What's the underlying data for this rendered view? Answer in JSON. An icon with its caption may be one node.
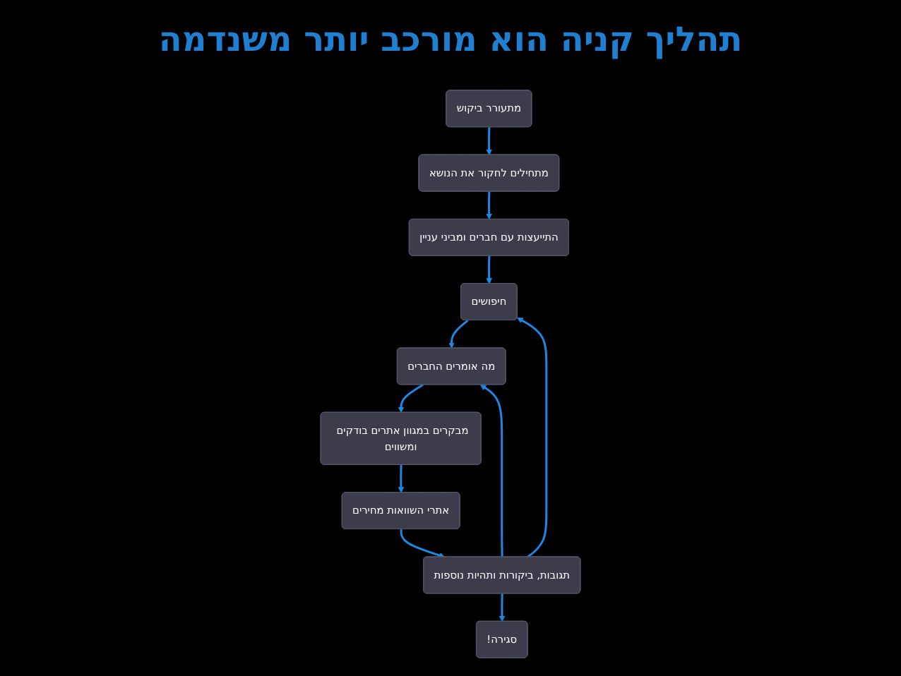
{
  "diagram": {
    "title": "תהליך קניה הוא מורכב יותר משנדמה",
    "nodes": [
      {
        "text": [
          "התייעצות עם חברים ומביני עניין"
        ]
      },
      {
        "text": [
          "מתחילים לחקור את הנושא"
        ]
      },
      {
        "text": [
          "מתעורר ביקוש"
        ]
      },
      {
        "text": [
          "חיפושים"
        ]
      },
      {
        "text": [
          "מה אומרים החברים"
        ]
      },
      {
        "text": [
          "מבקרים במגוון אתרים בודקים ומשווים"
        ]
      },
      {
        "text": [
          "סגירה!"
        ]
      },
      {
        "text": [
          "תגובות, ביקורות ותהיות נוספות"
        ]
      },
      {
        "text": [
          "אתרי השוואות מחירים"
        ]
      }
    ],
    "edges": [
      {
        "from": 2,
        "to": 1,
        "arrow": "to"
      },
      {
        "from": 1,
        "to": 0,
        "arrow": "to"
      },
      {
        "from": 0,
        "to": 3,
        "arrow": "to"
      },
      {
        "from": 3,
        "to": 4,
        "arrow": "to"
      },
      {
        "from": 4,
        "to": 5,
        "arrow": "to"
      },
      {
        "from": 5,
        "to": 8,
        "arrow": "to"
      },
      {
        "from": 8,
        "to": 7,
        "arrow": "to"
      },
      {
        "from": 7,
        "to": 6,
        "arrow": "to"
      },
      {
        "from": 7,
        "to": 4,
        "arrow": "to"
      },
      {
        "from": 7,
        "to": 3,
        "arrow": "to"
      }
    ]
  }
}
